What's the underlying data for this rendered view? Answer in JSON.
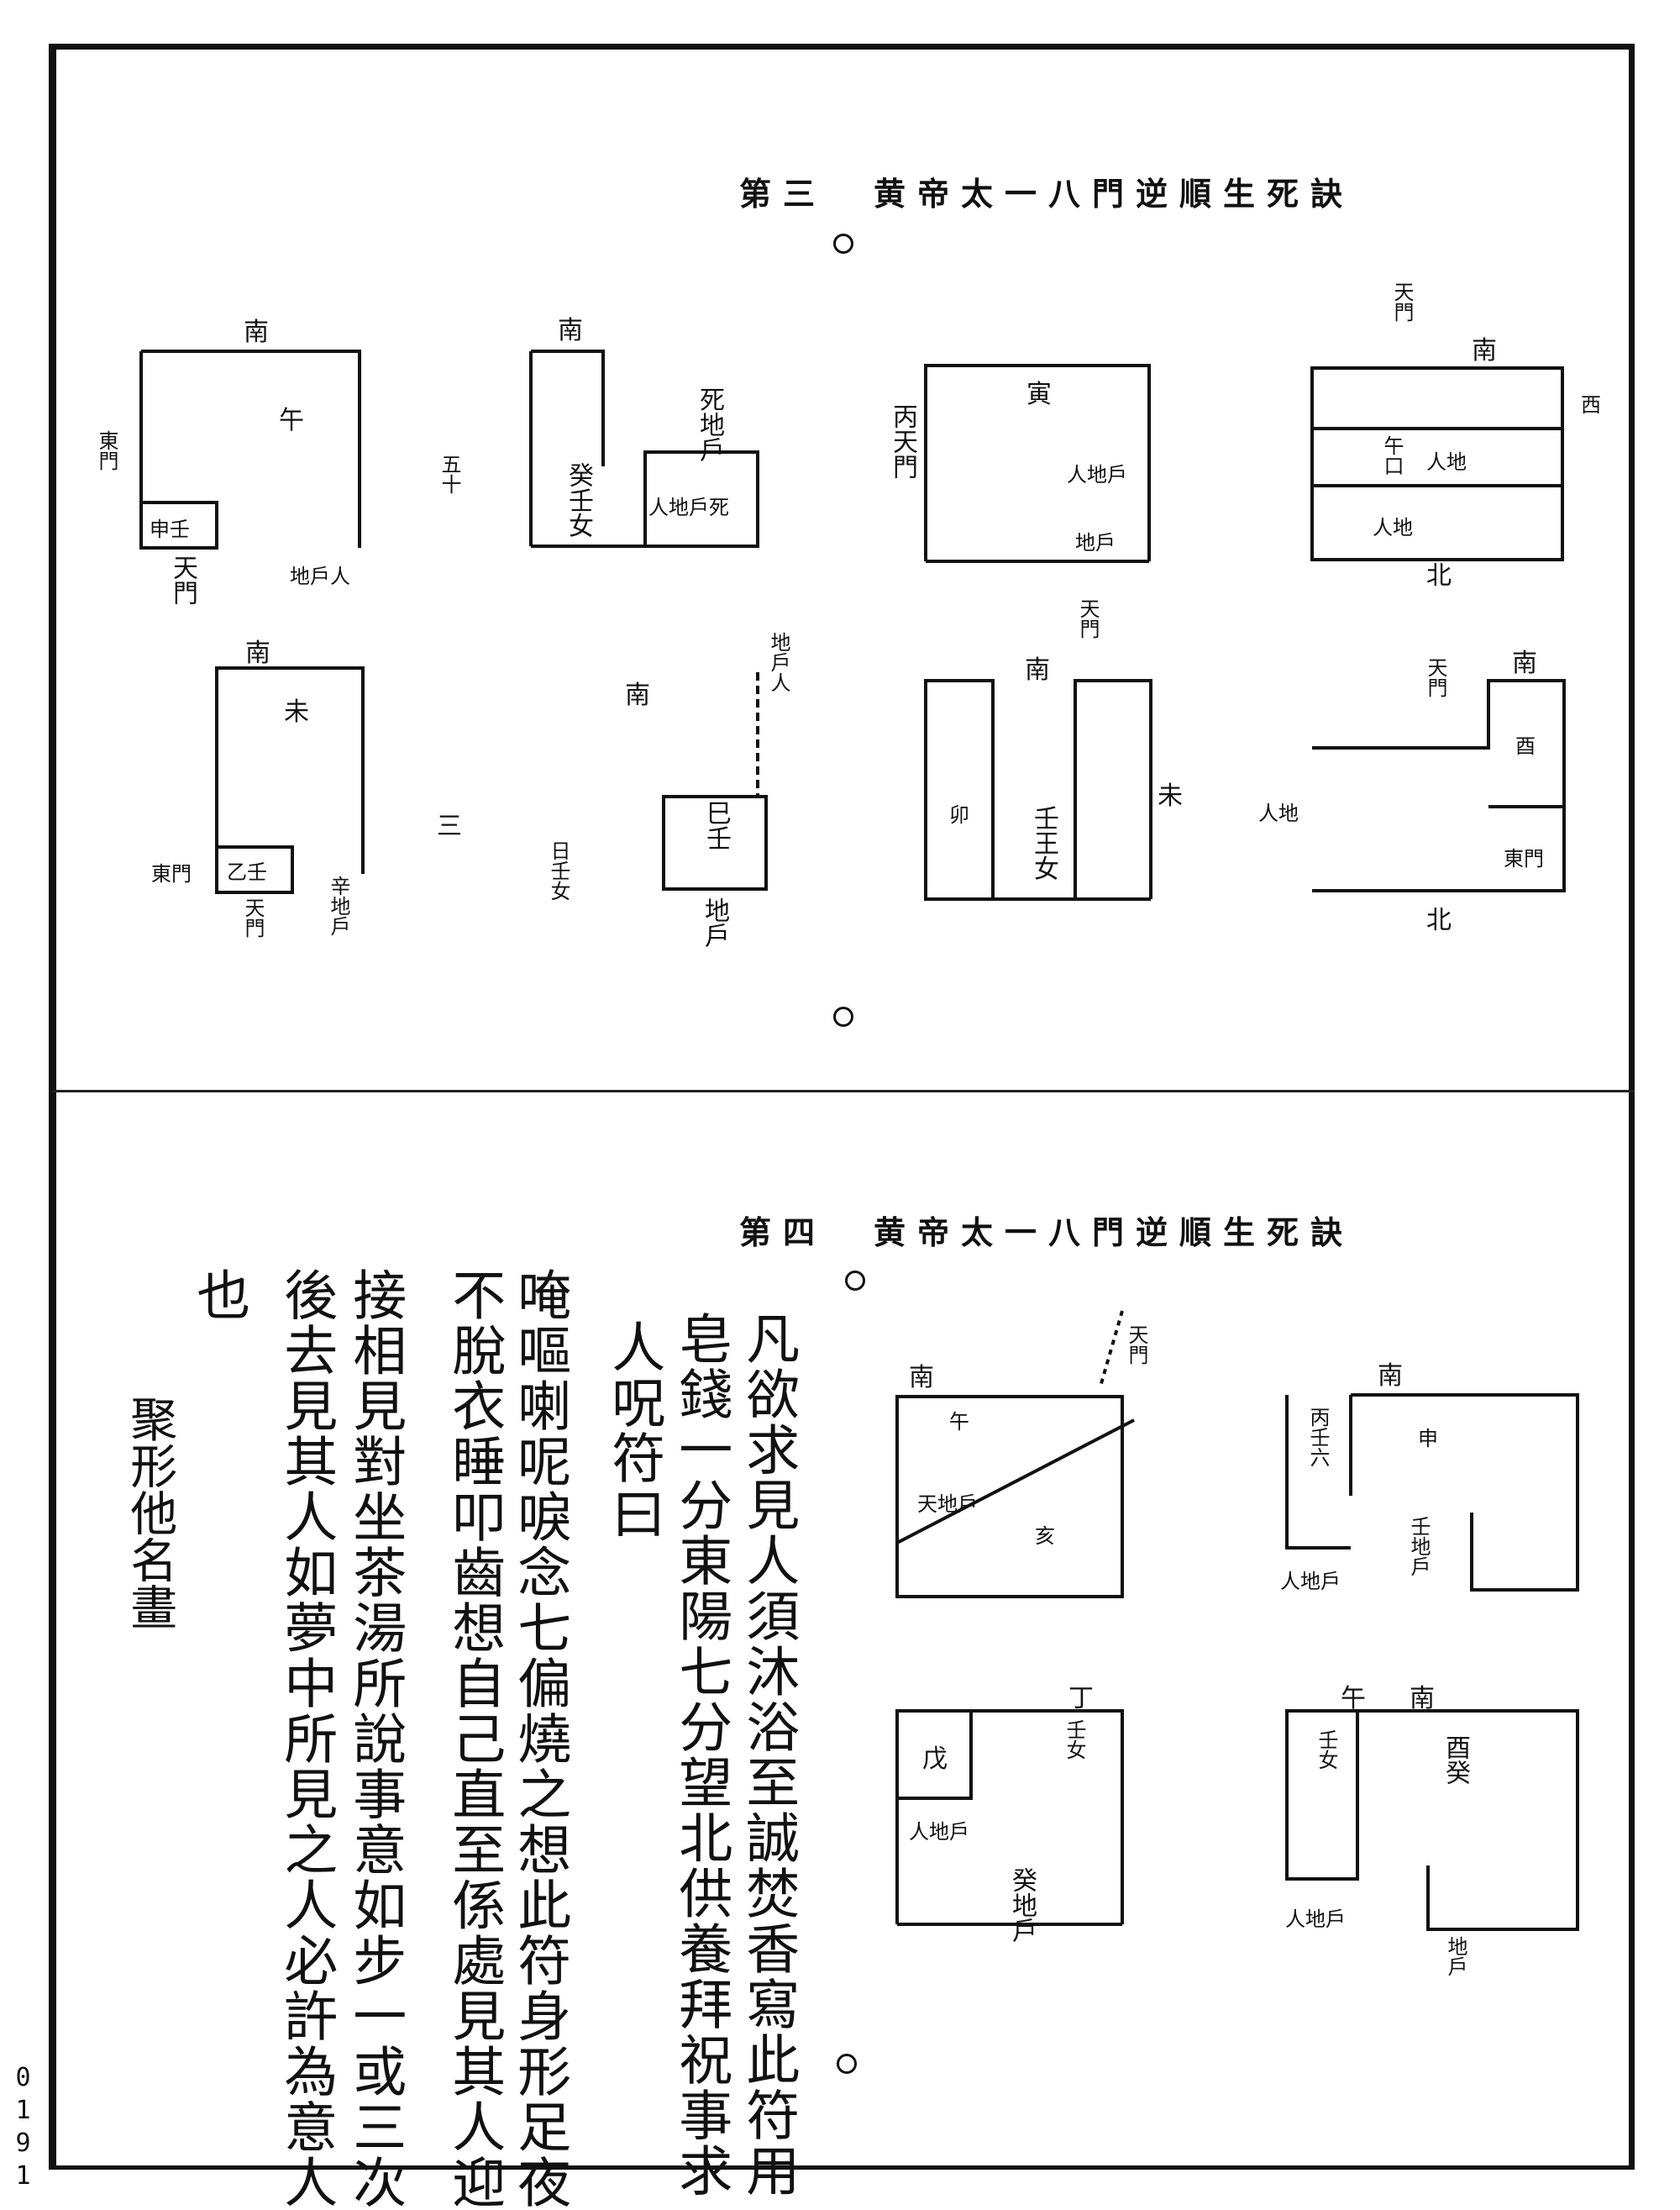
{
  "top_panel": {
    "title": "黄帝太一八門逆順生死訣",
    "section": "第三",
    "diagrams": {
      "d1": {
        "top": "南",
        "center": "午",
        "left": "東門",
        "box": "申壬",
        "below": "天門",
        "right_bottom": "地戶人"
      },
      "d2": {
        "top": "南",
        "side": "五十",
        "inner": "癸壬女",
        "right_top": "死地戶",
        "right_box": "人地戶死"
      },
      "d3": {
        "center": "寅",
        "left": "丙天門",
        "mid": "人地戶",
        "bottom": "地戶"
      },
      "d4": {
        "top": "南",
        "side": "天門",
        "right": "西",
        "mid": "午口",
        "mid2": "人地",
        "bottom_box": "人地",
        "below": "北"
      },
      "d5": {
        "top": "南",
        "center": "未",
        "box": "乙壬",
        "left": "東門",
        "below": "天門",
        "right_bottom": "辛地戶"
      },
      "d6": {
        "top": "南",
        "side": "三",
        "top_right": "地戶人",
        "inner": "巳壬",
        "below": "地戶",
        "left": "日壬女"
      },
      "d7": {
        "top": "南",
        "side": "天門",
        "left": "卯",
        "inner": "壬王女",
        "right": "未"
      },
      "d8": {
        "top": "南",
        "side": "天門",
        "box": "酉",
        "box2": "東門",
        "left": "人地",
        "below": "北"
      }
    }
  },
  "bottom_panel": {
    "title": "黄帝太一八門逆順生死訣",
    "section": "第四",
    "text_columns": [
      "凡欲求見人須沐浴至誠焚香寫此符用",
      "皂錢一分東陽七分望北供養拜祝事求",
      "人呪符曰",
      "唵嘔喇呢唳念七偏燒之想此符身形足夜",
      "不脫衣睡叩齒想自己直至係處見其人迎",
      "接相見對坐茶湯所說事意如步一或三次",
      "後去見其人如夢中所見之人必許為意人",
      "也"
    ],
    "symbol_label": "聚形他名畫",
    "diagrams": {
      "b1": {
        "top": "南",
        "top_right": "天門",
        "inner_top": "午",
        "diag": "天地戶",
        "inner": "亥"
      },
      "b2": {
        "top": "南",
        "left": "丙壬六",
        "inner": "申",
        "right": "壬地戶",
        "bottom": "人地戶"
      },
      "b3": {
        "top": "丁",
        "inner": "戊",
        "right": "壬女",
        "bottom": "癸地戶",
        "left_bottom": "人地戶"
      },
      "b4": {
        "top_left": "午",
        "top": "南",
        "left": "壬女",
        "right": "酉癸",
        "bottom": "人地戶",
        "below": "地戶"
      }
    }
  },
  "page_number": "0191"
}
